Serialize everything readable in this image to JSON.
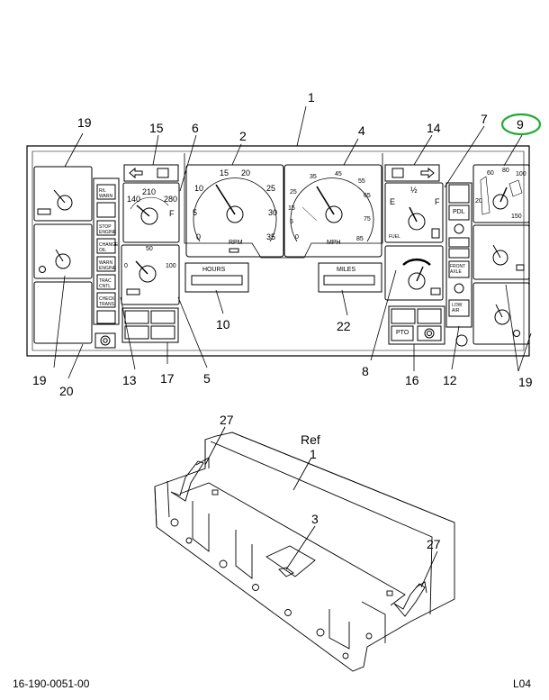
{
  "callouts": {
    "c1_top": "1",
    "c2": "2",
    "c3": "3",
    "c4": "4",
    "c5": "5",
    "c6": "6",
    "c7": "7",
    "c8": "8",
    "c9": "9",
    "c10": "10",
    "c12": "12",
    "c13": "13",
    "c14": "14",
    "c15": "15",
    "c16": "16",
    "c17": "17",
    "c19_top": "19",
    "c19_left": "19",
    "c19_right": "19",
    "c20": "20",
    "c22": "22",
    "c27_left": "27",
    "c27_right": "27",
    "ref": "Ref",
    "c1_lower": "1"
  },
  "highlight_color": "#22aa33",
  "gauges": {
    "tach": {
      "labels": [
        "0",
        "5",
        "10",
        "15",
        "20",
        "25",
        "30",
        "35"
      ],
      "unit": "RPM"
    },
    "speedo": {
      "labels": [
        "0",
        "5",
        "15",
        "25",
        "35",
        "45",
        "55",
        "65",
        "75",
        "85"
      ],
      "unit": "MPH"
    },
    "water_temp": {
      "labels": [
        "140",
        "210",
        "280",
        "F"
      ]
    },
    "oil_press": {
      "labels": [
        "0",
        "50",
        "100"
      ]
    },
    "fuel": {
      "labels": [
        "E",
        "½",
        "F"
      ],
      "unit": "FUEL"
    },
    "air": {
      "labels": [
        "60",
        "80",
        "100",
        "20",
        "150"
      ]
    }
  },
  "readouts": {
    "hours": "HOURS",
    "miles": "MILES"
  },
  "switches": {
    "pdl": "PDL",
    "pto": "PTO",
    "front_axle": "FRONT AXLE",
    "low_air": "LOW AIR"
  },
  "indicators_left": [
    "R/L WARN",
    "",
    "STOP ENGINE",
    "CHANGE OIL",
    "WARN ENGINE",
    "TRAC CNTL",
    "CHECK TRANS"
  ],
  "footer": {
    "left": "16-190-0051-00",
    "right": "L04"
  }
}
